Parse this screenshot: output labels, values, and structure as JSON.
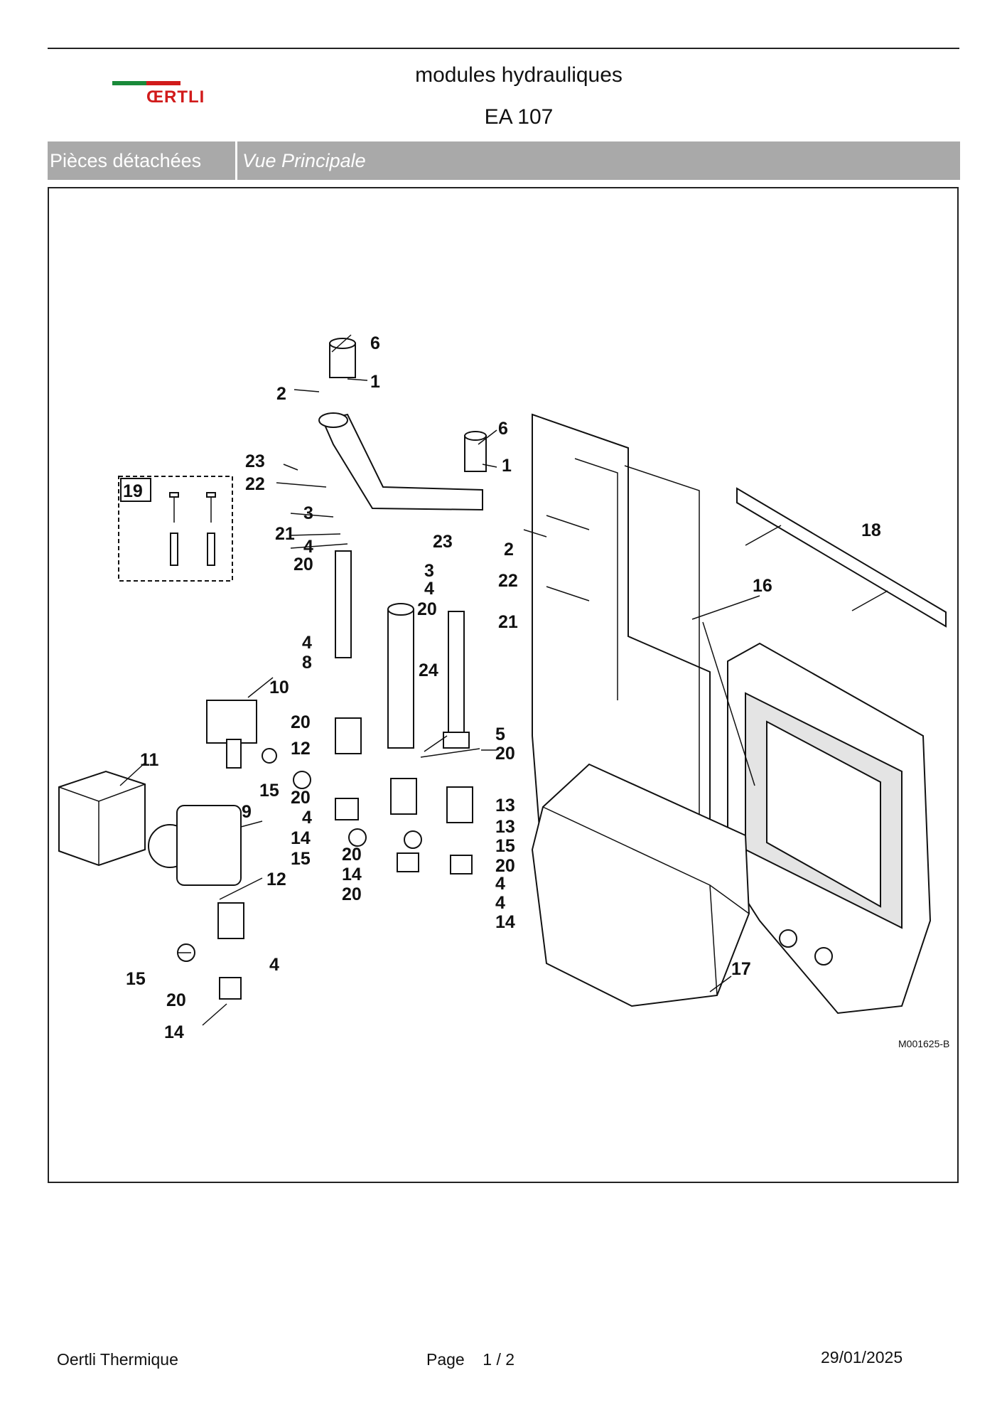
{
  "header": {
    "logo_text": "ŒRTLI",
    "title": "modules hydrauliques",
    "model": "EA 107"
  },
  "section": {
    "left_label": "Pièces détachées",
    "right_label": "Vue Principale"
  },
  "diagram": {
    "reference": "M001625-B",
    "callouts": [
      "6",
      "2",
      "1",
      "6",
      "1",
      "23",
      "22",
      "19",
      "3",
      "21",
      "4",
      "20",
      "2",
      "23",
      "3",
      "22",
      "4",
      "20",
      "21",
      "18",
      "16",
      "4",
      "8",
      "24",
      "10",
      "20",
      "12",
      "5",
      "20",
      "11",
      "15",
      "20",
      "4",
      "9",
      "14",
      "15",
      "20",
      "13",
      "13",
      "15",
      "20",
      "4",
      "14",
      "20",
      "12",
      "4",
      "14",
      "15",
      "20",
      "4",
      "14",
      "17"
    ]
  },
  "footer": {
    "company": "Oertli Thermique",
    "page_label": "Page",
    "page_number": "1",
    "page_separator": "/",
    "page_total": "2",
    "date": "29/01/2025"
  },
  "colors": {
    "section_bar": "#a9a9a9",
    "logo_green": "#1a8a3a",
    "logo_red": "#d11b1b"
  }
}
